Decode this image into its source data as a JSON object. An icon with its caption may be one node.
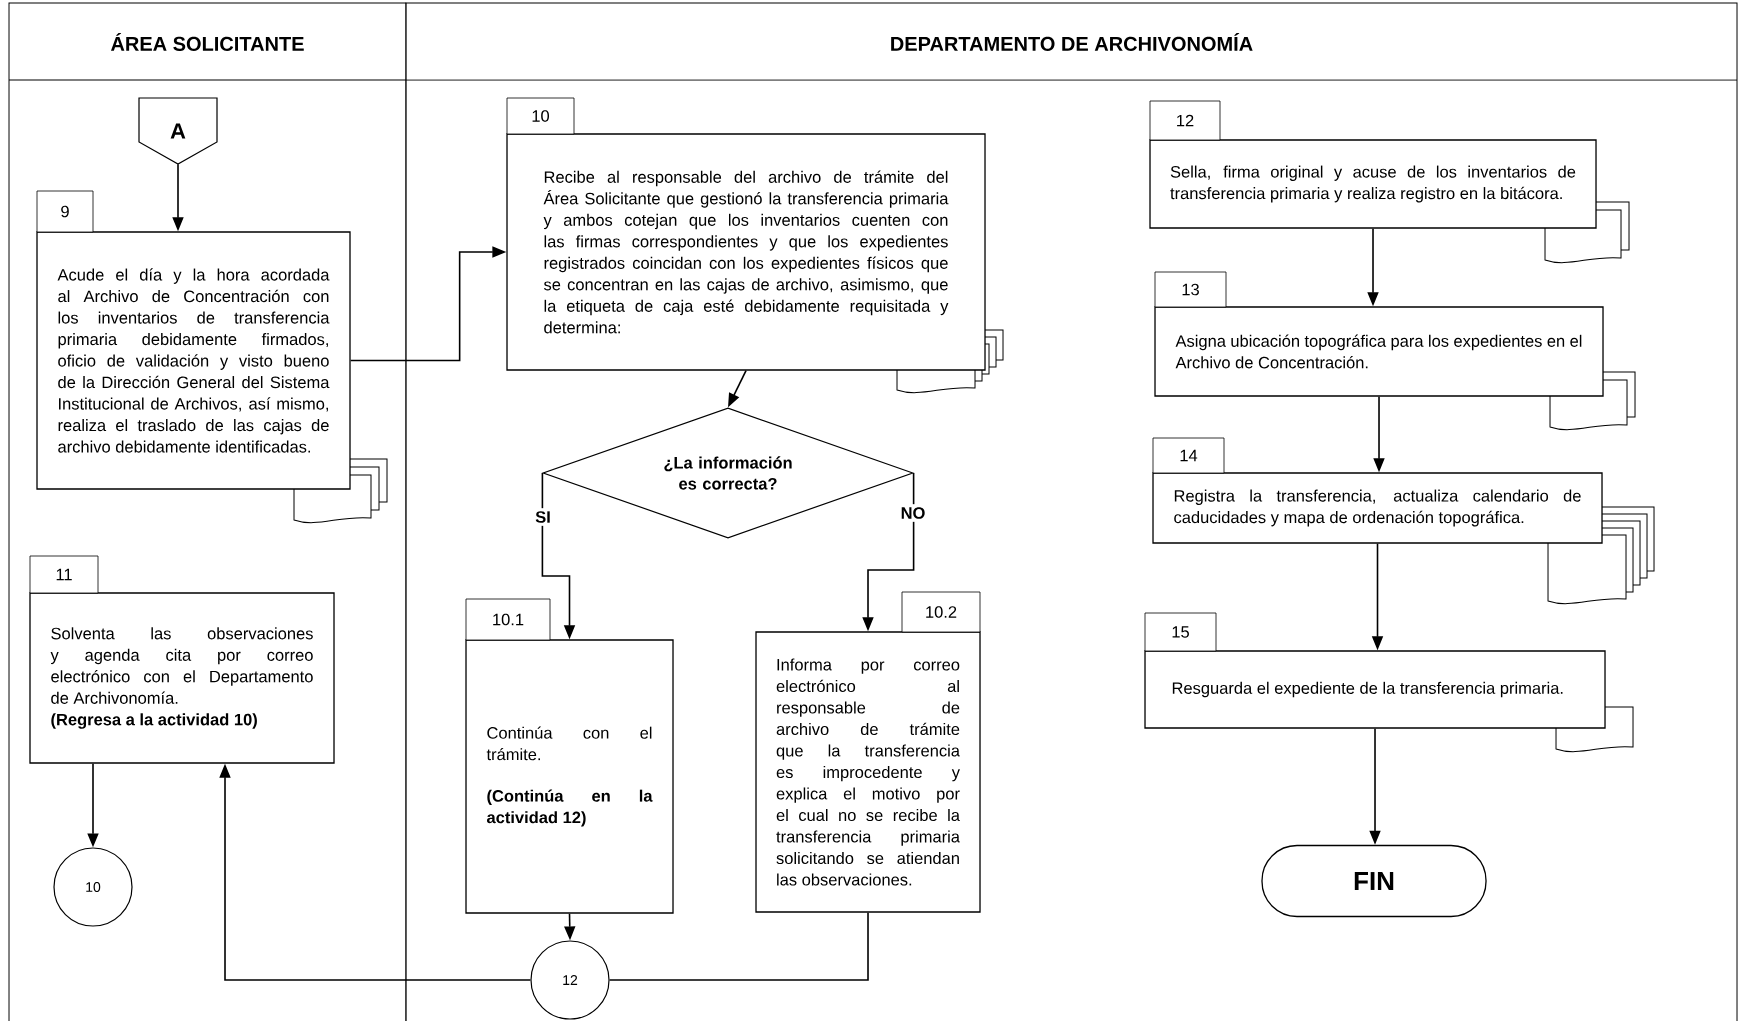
{
  "diagram": {
    "nodes": [
      {
        "text": [
          "ÁREA SOLICITANTE"
        ]
      },
      {
        "text": [
          "DEPARTAMENTO DE ARCHIVONOMÍA"
        ]
      },
      {
        "text": [
          "A"
        ],
        "in": 0
      },
      {
        "text": [
          "9",
          "Acude el día y la hora acordada al Archivo de Concentración con los inventarios de transferencia primaria debidamente firmados, oficio de validación y visto bueno de la Dirección General del Sistema Institucional de Archivos, así mismo, realiza el traslado de las cajas de archivo debidamente identificadas."
        ],
        "in": 0
      },
      {
        "text": [
          "11",
          "Solventa las observaciones y agenda cita por correo electrónico con el Departamento de Archivonomía.",
          "(Regresa a la actividad 10)"
        ],
        "in": 0
      },
      {
        "text": [
          "10"
        ],
        "in": 0
      },
      {
        "text": [
          "10",
          "Recibe al responsable del archivo de trámite del Área Solicitante que gestionó la transferencia primaria y ambos cotejan que los inventarios cuenten con las firmas correspondientes y que los expedientes registrados coincidan con los expedientes físicos que se concentran en las cajas de archivo, asimismo, que la etiqueta de caja esté debidamente requisitada y determina:"
        ],
        "in": 1
      },
      {
        "text": [
          "¿La información es correcta?"
        ],
        "in": 1
      },
      {
        "text": [
          "10.1",
          "Continúa con el trámite.",
          "(Continúa en la actividad 12)"
        ],
        "in": 1
      },
      {
        "text": [
          "10.2",
          "Informa por correo electrónico al responsable de archivo de trámite que la transferencia es improcedente y explica el motivo por el cual no se recibe la transferencia primaria solicitando se atiendan las observaciones."
        ],
        "in": 1
      },
      {
        "text": [
          "12"
        ],
        "in": 1
      },
      {
        "text": [
          "12",
          "Sella, firma original y acuse de los inventarios de transferencia primaria y realiza registro en la bitácora."
        ],
        "in": 1
      },
      {
        "text": [
          "13",
          "Asigna ubicación topográfica para los expedientes en el Archivo de Concentración."
        ],
        "in": 1
      },
      {
        "text": [
          "14",
          "Registra la transferencia, actualiza calendario de caducidades y mapa de ordenación topográfica."
        ],
        "in": 1
      },
      {
        "text": [
          "15",
          "Resguarda el expediente de la transferencia primaria."
        ],
        "in": 1
      },
      {
        "text": [
          "FIN"
        ],
        "in": 1
      }
    ],
    "edges": [
      {
        "from": 2,
        "to": 3,
        "arrow": "to"
      },
      {
        "from": 3,
        "to": 6,
        "arrow": "to"
      },
      {
        "from": 6,
        "to": 7,
        "arrow": "to"
      },
      {
        "from": 7,
        "to": 8,
        "arrow": "to",
        "label": "SI"
      },
      {
        "from": 7,
        "to": 9,
        "arrow": "to",
        "label": "NO"
      },
      {
        "from": 8,
        "to": 10,
        "arrow": "to"
      },
      {
        "from": 9,
        "to": 10,
        "arrow": "none"
      },
      {
        "from": 10,
        "to": 4,
        "arrow": "to"
      },
      {
        "from": 4,
        "to": 5,
        "arrow": "to"
      },
      {
        "from": 11,
        "to": 12,
        "arrow": "to"
      },
      {
        "from": 12,
        "to": 13,
        "arrow": "to"
      },
      {
        "from": 13,
        "to": 14,
        "arrow": "to"
      },
      {
        "from": 14,
        "to": 15,
        "arrow": "to"
      }
    ]
  }
}
